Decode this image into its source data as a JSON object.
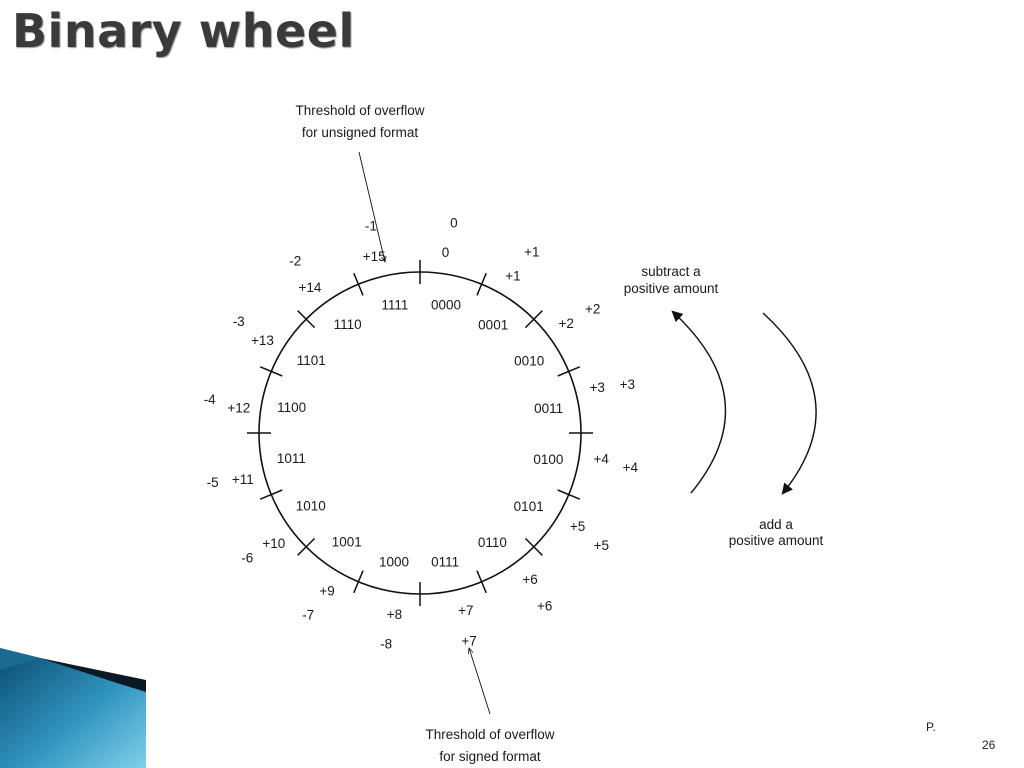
{
  "slide": {
    "title": "Binary wheel",
    "footer_note": "P.",
    "page_number": "26"
  },
  "wheel": {
    "positions": [
      {
        "binary": "0000",
        "unsigned": "0",
        "signed": "0"
      },
      {
        "binary": "0001",
        "unsigned": "+1",
        "signed": "+1"
      },
      {
        "binary": "0010",
        "unsigned": "+2",
        "signed": "+2"
      },
      {
        "binary": "0011",
        "unsigned": "+3",
        "signed": "+3"
      },
      {
        "binary": "0100",
        "unsigned": "+4",
        "signed": "+4"
      },
      {
        "binary": "0101",
        "unsigned": "+5",
        "signed": "+5"
      },
      {
        "binary": "0110",
        "unsigned": "+6",
        "signed": "+6"
      },
      {
        "binary": "0111",
        "unsigned": "+7",
        "signed": "+7"
      },
      {
        "binary": "1000",
        "unsigned": "+8",
        "signed": "-8"
      },
      {
        "binary": "1001",
        "unsigned": "+9",
        "signed": "-7"
      },
      {
        "binary": "1010",
        "unsigned": "+10",
        "signed": "-6"
      },
      {
        "binary": "1011",
        "unsigned": "+11",
        "signed": "-5"
      },
      {
        "binary": "1100",
        "unsigned": "+12",
        "signed": "-4"
      },
      {
        "binary": "1101",
        "unsigned": "+13",
        "signed": "-3"
      },
      {
        "binary": "1110",
        "unsigned": "+14",
        "signed": "-2"
      },
      {
        "binary": "1111",
        "unsigned": "+15",
        "signed": "-1"
      }
    ],
    "unsigned_overflow_label": [
      "Threshold of overflow",
      "for unsigned format"
    ],
    "signed_overflow_label": [
      "Threshold of overflow",
      "for signed format"
    ],
    "subtract_label": [
      "subtract a",
      "positive amount"
    ],
    "add_label": [
      "add a",
      "positive amount"
    ]
  },
  "colors": {
    "line": "#111111",
    "decor_dark": "#0b4a6e",
    "decor_light": "#4fb6d8"
  }
}
